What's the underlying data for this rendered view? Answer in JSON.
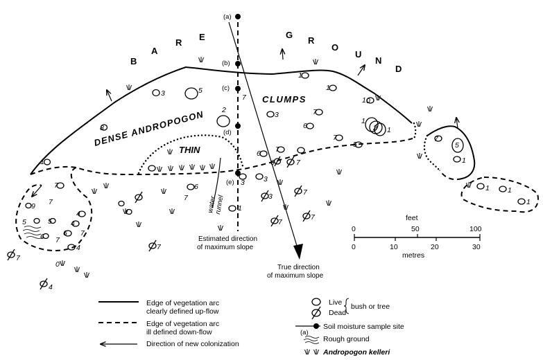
{
  "regions": {
    "bare": [
      "B",
      "A",
      "R",
      "E"
    ],
    "ground": [
      "G",
      "R",
      "O",
      "U",
      "N",
      "D"
    ],
    "dense_andropogon": "DENSE ANDROPOGON",
    "clumps": "CLUMPS",
    "thin": "THIN",
    "water_runnel": [
      "water",
      "runnel"
    ]
  },
  "sites": [
    "(a)",
    "(b)",
    "(c)",
    "(d)",
    "(e)"
  ],
  "bush_numbers": [
    "1",
    "1",
    "1",
    "1",
    "1",
    "2",
    "2",
    "3",
    "5",
    "6",
    "6",
    "6",
    "7",
    "7",
    "7",
    "7",
    "7",
    "7",
    "7",
    "8",
    "3",
    "5",
    "0",
    "1",
    "5",
    "7",
    "1",
    "1",
    "1",
    "3",
    "3",
    "6",
    "7",
    "0",
    "4",
    "4",
    "7",
    "7",
    "6",
    "4",
    "9",
    "5",
    "0",
    "0",
    "5",
    "7",
    "7",
    "3",
    "7",
    "7",
    "4",
    "0"
  ],
  "labels": {
    "estimated_direction": [
      "Estimated direction",
      "of maximum slope"
    ],
    "true_direction": [
      "True direction",
      "of maximum slope"
    ]
  },
  "scale": {
    "feet_label": "feet",
    "feet_ticks": [
      "0",
      "50",
      "100"
    ],
    "metre_ticks": [
      "0",
      "10",
      "20",
      "30"
    ],
    "metres_label": "metres"
  },
  "legend": {
    "solid_line": [
      "Edge of vegetation arc",
      "clearly defined up-flow"
    ],
    "dashed_line": [
      "Edge of vegetation arc",
      "ill defined down-flow"
    ],
    "arrow": "Direction of new colonization",
    "live": "Live",
    "dead": "Dead",
    "bush_or_tree": "bush or tree",
    "soil_moisture": "Soil moisture sample site",
    "legend_site": "(a)",
    "rough_ground": "Rough ground",
    "andropogon": "Andropogon kelleri"
  }
}
